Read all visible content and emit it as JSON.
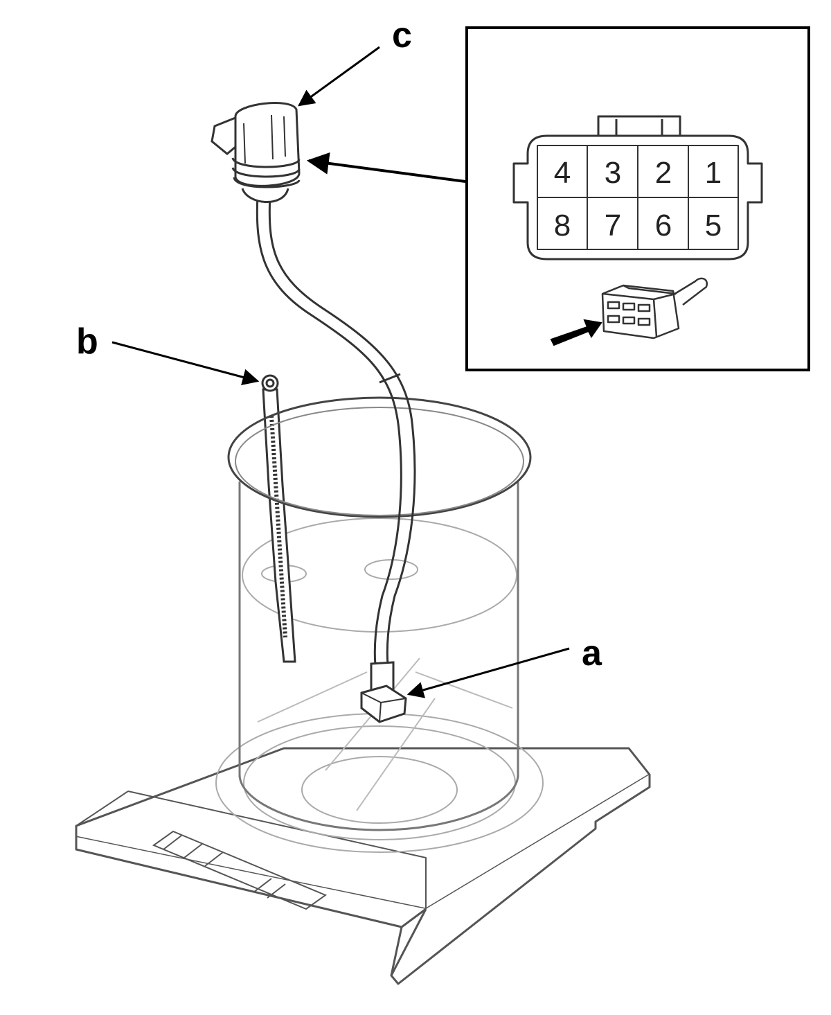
{
  "callouts": {
    "a": "a",
    "b": "b",
    "c": "c"
  },
  "connector_pins": {
    "top_row": [
      "4",
      "3",
      "2",
      "1"
    ],
    "bottom_row": [
      "8",
      "7",
      "6",
      "5"
    ]
  },
  "colors": {
    "line": "#000000",
    "light_line": "#9a9a9a",
    "background": "#ffffff"
  }
}
